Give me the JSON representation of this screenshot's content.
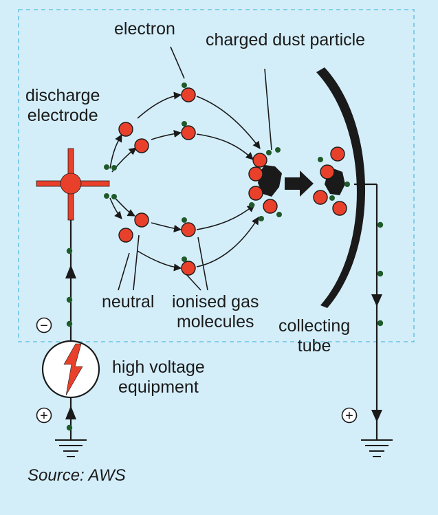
{
  "labels": {
    "electron": "electron",
    "charged_dust_particle": "charged dust particle",
    "discharge_electrode_line1": "discharge",
    "discharge_electrode_line2": "electrode",
    "neutral": "neutral",
    "ionised_line1": "ionised gas",
    "ionised_line2": "molecules",
    "collecting_line1": "collecting",
    "collecting_line2": "tube",
    "hv_line1": "high voltage",
    "hv_line2": "equipment",
    "source": "Source: AWS"
  },
  "symbols": {
    "minus": "−",
    "plus_left": "+",
    "plus_right": "+"
  },
  "colors": {
    "background": "#d4eef9",
    "molecule": "#e8402a",
    "electron": "#1f5a2a",
    "electrode": "#e8402a",
    "dashed_box": "#6ac3e6",
    "line": "#1a1a1a"
  }
}
